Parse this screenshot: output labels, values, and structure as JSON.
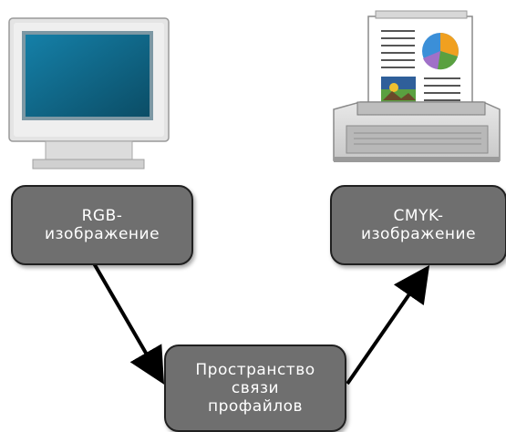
{
  "diagram": {
    "nodes": {
      "rgb": {
        "line1": "RGB-",
        "line2": "изображение"
      },
      "cmyk": {
        "line1": "CMYK-",
        "line2": "изображение"
      },
      "pcs": {
        "line1": "Пространство",
        "line2": "связи",
        "line3": "профайлов"
      }
    },
    "edges": [
      {
        "from": "rgb",
        "to": "pcs"
      },
      {
        "from": "pcs",
        "to": "cmyk"
      }
    ],
    "icons": {
      "source_device": "monitor-icon",
      "output_device": "printer-icon"
    },
    "colors": {
      "node_fill": "#6f6f6f",
      "node_text": "#ffffff",
      "arrow": "#000000",
      "monitor_screen": "#1a6e8c",
      "chart_blue": "#3b8fd8",
      "chart_orange": "#f0a020",
      "chart_green": "#5aa040",
      "chart_violet": "#a070c8"
    }
  }
}
